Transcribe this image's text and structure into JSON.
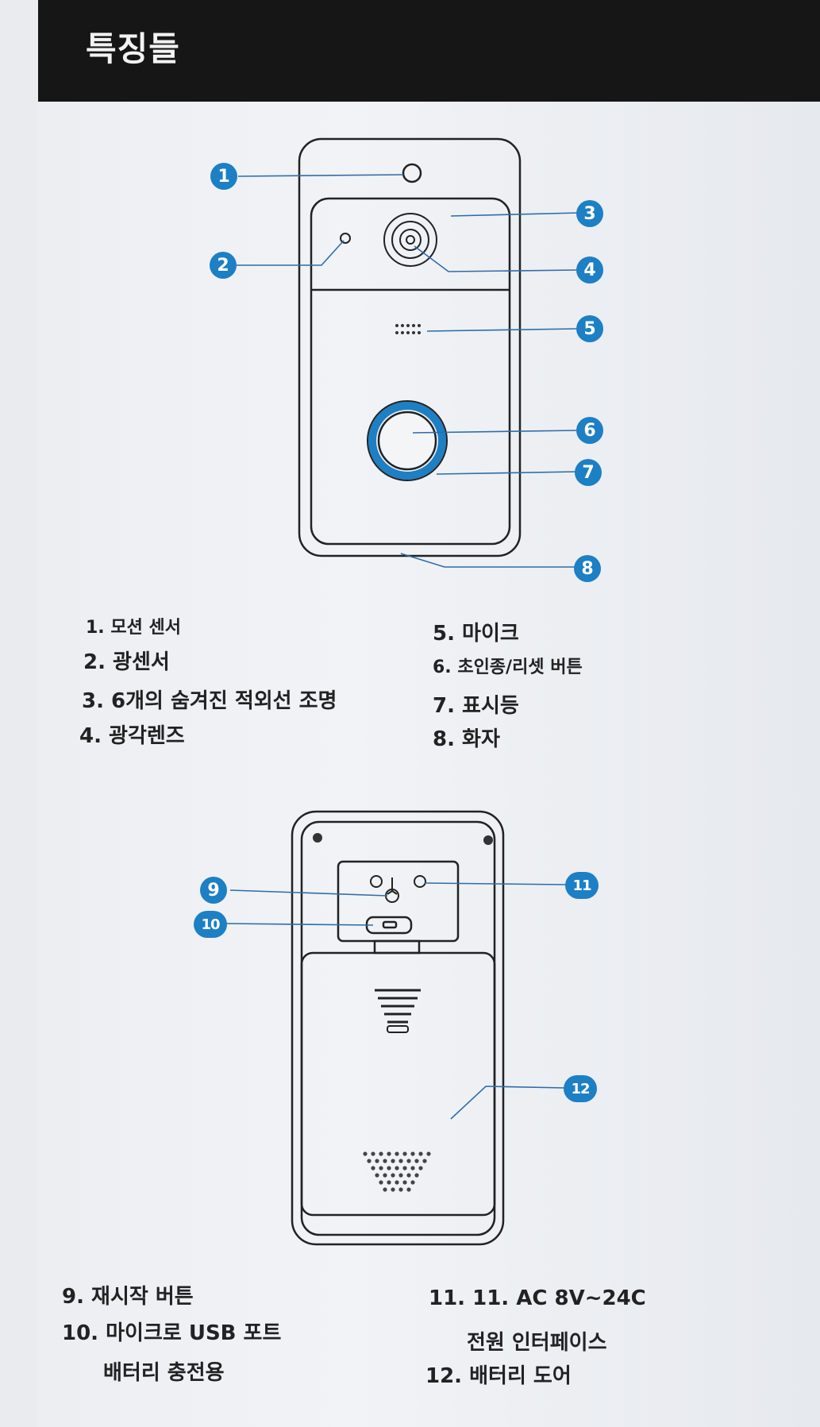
{
  "header": {
    "title": "특징들"
  },
  "callouts": {
    "c1": "1",
    "c2": "2",
    "c3": "3",
    "c4": "4",
    "c5": "5",
    "c6": "6",
    "c7": "7",
    "c8": "8",
    "c9": "9",
    "c10": "10",
    "c11": "11",
    "c12": "12"
  },
  "front_features": {
    "f1": "1. 모션 센서",
    "f2": "2. 광센서",
    "f3": "3. 6개의 숨겨진 적외선 조명",
    "f4": "4. 광각렌즈",
    "f5": "5. 마이크",
    "f6": "6. 초인종/리셋 버튼",
    "f7": "7. 표시등",
    "f8": "8. 화자"
  },
  "back_features": {
    "f9": "9. 재시작 버튼",
    "f10_line1": "10. 마이크로 USB 포트",
    "f10_line2": "배터리 충전용",
    "f11_line1": "11. 11. AC 8V~24C",
    "f11_line2": "전원 인터페이스",
    "f12": "12. 배터리 도어"
  },
  "colors": {
    "accent": "#1d7fc4",
    "header_bg": "#161616",
    "line": "#222222"
  }
}
